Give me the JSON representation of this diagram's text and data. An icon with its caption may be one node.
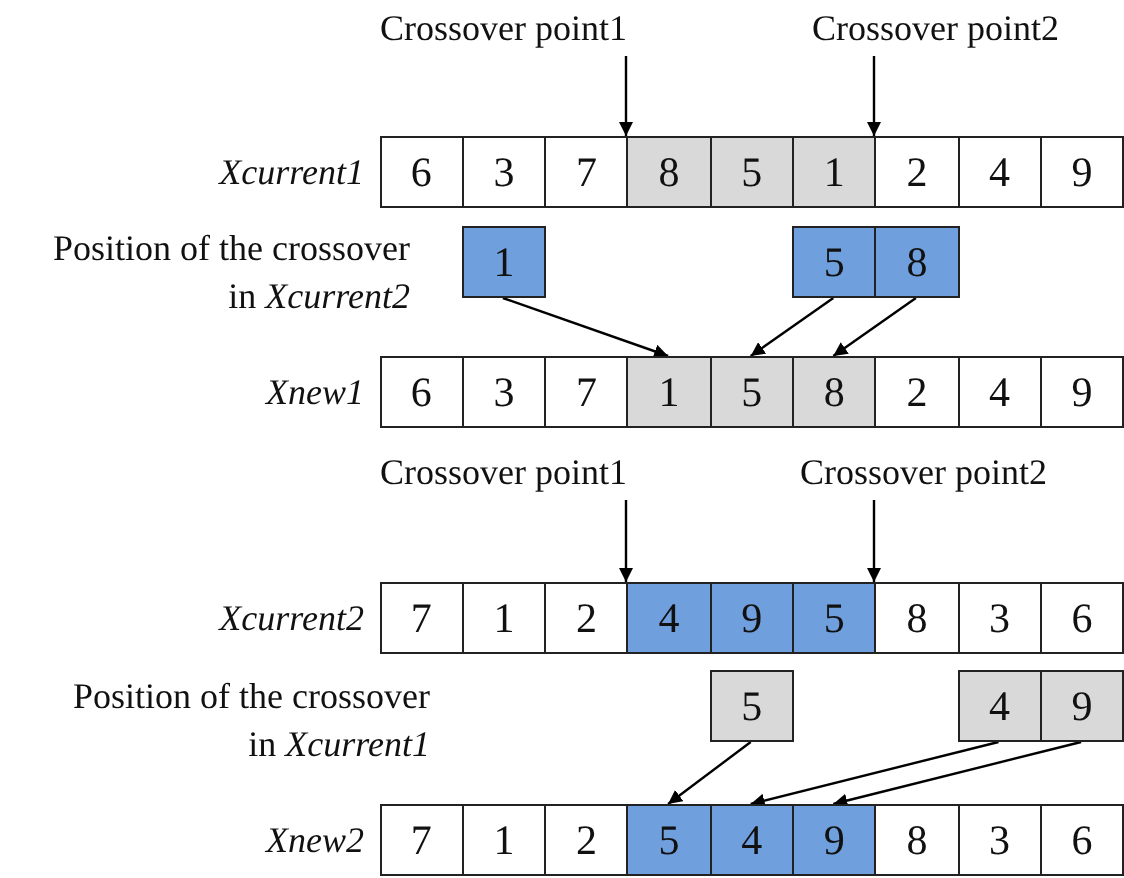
{
  "diagram": {
    "nodes": [
      {
        "text": [
          "Crossover point1"
        ]
      },
      {
        "text": [
          "Crossover point2"
        ]
      },
      {
        "text": [
          "6"
        ]
      },
      {
        "text": [
          "3"
        ]
      },
      {
        "text": [
          "7"
        ]
      },
      {
        "text": [
          "8"
        ]
      },
      {
        "text": [
          "5"
        ]
      },
      {
        "text": [
          "1"
        ]
      },
      {
        "text": [
          "2"
        ]
      },
      {
        "text": [
          "4"
        ]
      },
      {
        "text": [
          "9"
        ]
      },
      {
        "text": [
          "1"
        ]
      },
      {
        "text": [
          "5"
        ]
      },
      {
        "text": [
          "8"
        ]
      },
      {
        "text": [
          "6"
        ]
      },
      {
        "text": [
          "3"
        ]
      },
      {
        "text": [
          "7"
        ]
      },
      {
        "text": [
          "1"
        ]
      },
      {
        "text": [
          "5"
        ]
      },
      {
        "text": [
          "8"
        ]
      },
      {
        "text": [
          "2"
        ]
      },
      {
        "text": [
          "4"
        ]
      },
      {
        "text": [
          "9"
        ]
      },
      {
        "text": [
          "Crossover point1"
        ]
      },
      {
        "text": [
          "Crossover point2"
        ]
      },
      {
        "text": [
          "7"
        ]
      },
      {
        "text": [
          "1"
        ]
      },
      {
        "text": [
          "2"
        ]
      },
      {
        "text": [
          "4"
        ]
      },
      {
        "text": [
          "9"
        ]
      },
      {
        "text": [
          "5"
        ]
      },
      {
        "text": [
          "8"
        ]
      },
      {
        "text": [
          "3"
        ]
      },
      {
        "text": [
          "6"
        ]
      },
      {
        "text": [
          "5"
        ]
      },
      {
        "text": [
          "4"
        ]
      },
      {
        "text": [
          "9"
        ]
      },
      {
        "text": [
          "7"
        ]
      },
      {
        "text": [
          "1"
        ]
      },
      {
        "text": [
          "2"
        ]
      },
      {
        "text": [
          "5"
        ]
      },
      {
        "text": [
          "4"
        ]
      },
      {
        "text": [
          "9"
        ]
      },
      {
        "text": [
          "8"
        ]
      },
      {
        "text": [
          "3"
        ]
      },
      {
        "text": [
          "6"
        ]
      }
    ],
    "edges": [
      {
        "from": 0,
        "to": 5,
        "arrow": "to"
      },
      {
        "from": 1,
        "to": 7,
        "arrow": "to"
      },
      {
        "from": 11,
        "to": 17,
        "arrow": "to"
      },
      {
        "from": 12,
        "to": 18,
        "arrow": "to"
      },
      {
        "from": 13,
        "to": 19,
        "arrow": "to"
      },
      {
        "from": 23,
        "to": 28,
        "arrow": "to"
      },
      {
        "from": 24,
        "to": 30,
        "arrow": "to"
      },
      {
        "from": 34,
        "to": 40,
        "arrow": "to"
      },
      {
        "from": 35,
        "to": 41,
        "arrow": "to"
      },
      {
        "from": 36,
        "to": 42,
        "arrow": "to"
      }
    ],
    "labels": [
      "Xcurrent1",
      "Position of the crossover in *Xcurrent2*",
      "Xnew1",
      "Xcurrent2",
      "Position of the crossover in *Xcurrent1*",
      "Xnew2"
    ]
  }
}
